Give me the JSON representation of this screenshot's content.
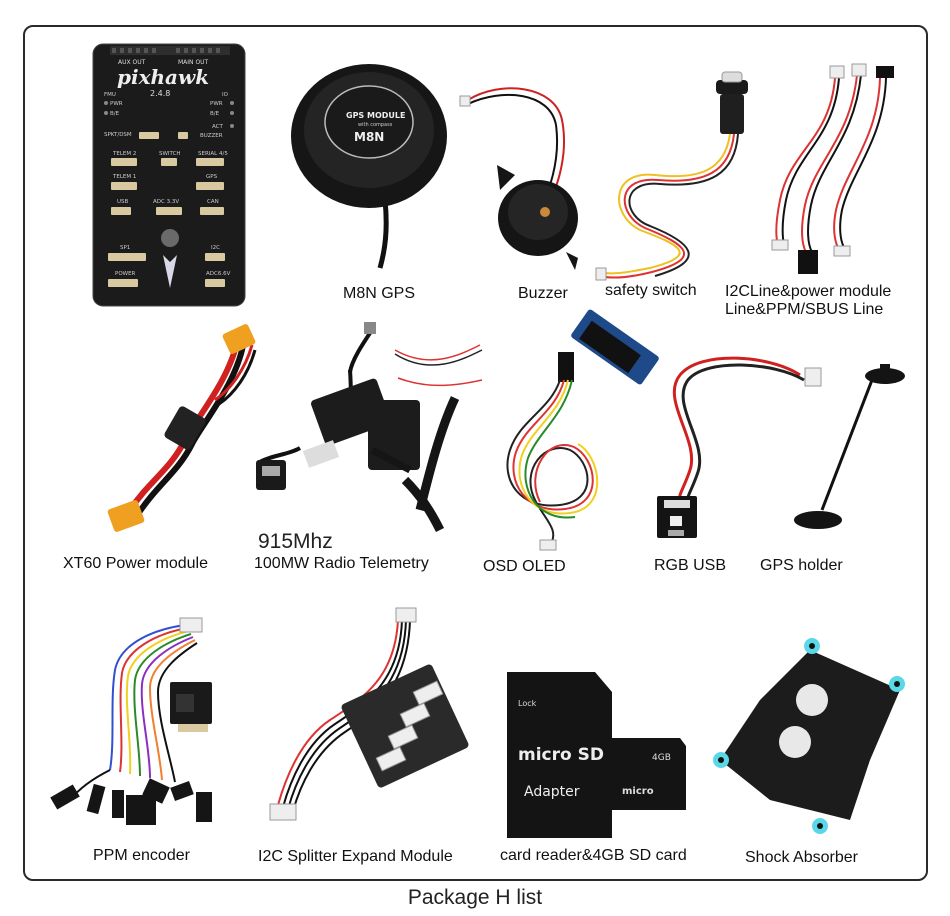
{
  "board": {
    "brand": "pixhawk",
    "version": "2.4.8",
    "header_labels": {
      "aux_out": "AUX OUT",
      "main_out": "MAIN OUT"
    },
    "port_labels": [
      "FMU",
      "PWR",
      "B/E",
      "IO",
      "PWR",
      "B/E",
      "ACT",
      "SPKT/DSM",
      "BUZZER",
      "TELEM 2",
      "SWITCH",
      "SERIAL 4/5",
      "TELEM 1",
      "GPS",
      "USB",
      "ADC 3.3V",
      "CAN",
      "SP1",
      "I2C",
      "POWER",
      "ADC6.6V"
    ]
  },
  "gps_module": {
    "line1": "GPS MODULE",
    "line2": "with compass",
    "model": "M8N"
  },
  "sd_card": {
    "adapter_lock": "Lock",
    "adapter_brand": "micro SD",
    "adapter_text": "Adapter",
    "card_capacity": "4GB"
  },
  "items": [
    {
      "id": "m8n-gps",
      "label": "M8N GPS"
    },
    {
      "id": "buzzer",
      "label": "Buzzer"
    },
    {
      "id": "safety-switch",
      "label": "safety switch"
    },
    {
      "id": "i2c-power-lines",
      "line1": "I2CLine&power module",
      "line2": "Line&PPM/SBUS Line"
    },
    {
      "id": "xt60-power-module",
      "label": "XT60 Power module"
    },
    {
      "id": "radio-telemetry",
      "line1": "915Mhz",
      "line2": "100MW Radio Telemetry"
    },
    {
      "id": "osd-oled",
      "label": "OSD OLED"
    },
    {
      "id": "rgb-usb",
      "label": "RGB USB"
    },
    {
      "id": "gps-holder",
      "label": "GPS holder"
    },
    {
      "id": "ppm-encoder",
      "label": "PPM encoder"
    },
    {
      "id": "i2c-splitter",
      "label": "I2C Splitter Expand Module"
    },
    {
      "id": "card-reader",
      "label": "card reader&4GB SD card"
    },
    {
      "id": "shock-absorber",
      "label": "Shock Absorber"
    }
  ],
  "footer": "Package H list"
}
